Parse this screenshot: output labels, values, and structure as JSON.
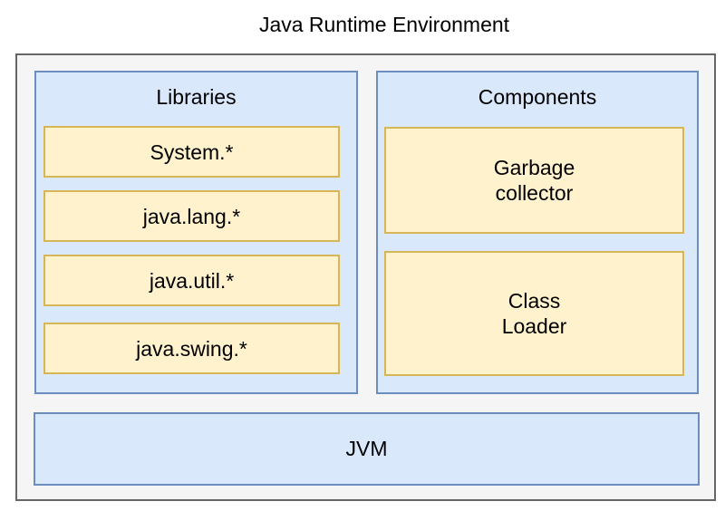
{
  "title": "Java Runtime Environment",
  "colors": {
    "page_background": "#FFFFFF",
    "outer_fill": "#F5F5F5",
    "outer_stroke": "#666666",
    "panel_fill": "#DAE8FC",
    "panel_stroke": "#6C8EBF",
    "box_fill": "#FFF2CC",
    "box_stroke": "#D6B656",
    "text": "#000000"
  },
  "diagram": {
    "libraries": {
      "header": "Libraries",
      "items": [
        "System.*",
        "java.lang.*",
        "java.util.*",
        "java.swing.*"
      ]
    },
    "components": {
      "header": "Components",
      "items": [
        {
          "line1": "Garbage",
          "line2": "collector"
        },
        {
          "line1": "Class",
          "line2": "Loader"
        }
      ]
    },
    "jvm_label": "JVM"
  }
}
